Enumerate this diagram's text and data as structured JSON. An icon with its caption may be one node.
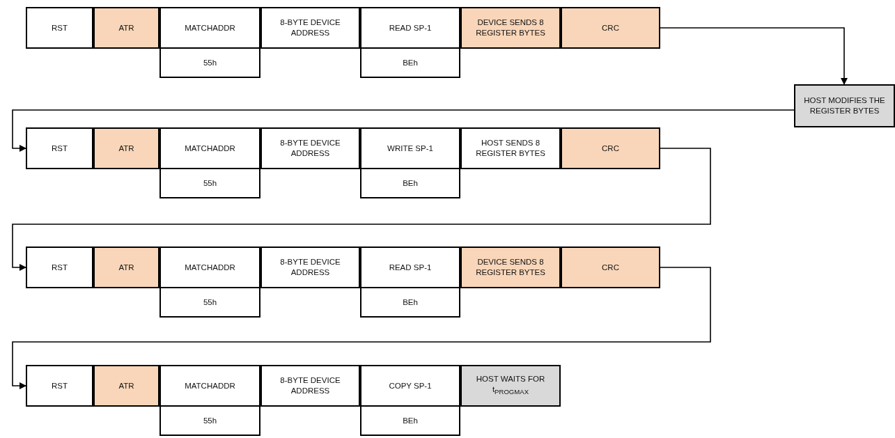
{
  "diagram": {
    "nodes": [
      {
        "text": [
          "RST"
        ]
      },
      {
        "text": [
          "ATR"
        ]
      },
      {
        "text": [
          "MATCHADDR"
        ]
      },
      {
        "text": [
          "8-BYTE DEVICE ADDRESS"
        ]
      },
      {
        "text": [
          "READ SP-1"
        ]
      },
      {
        "text": [
          "DEVICE SENDS 8 REGISTER BYTES"
        ]
      },
      {
        "text": [
          "CRC"
        ]
      },
      {
        "text": [
          "55h"
        ]
      },
      {
        "text": [
          "BEh"
        ]
      },
      {
        "text": [
          "HOST MODIFIES THE REGISTER BYTES"
        ]
      },
      {
        "text": [
          "RST"
        ]
      },
      {
        "text": [
          "ATR"
        ]
      },
      {
        "text": [
          "MATCHADDR"
        ]
      },
      {
        "text": [
          "8-BYTE DEVICE ADDRESS"
        ]
      },
      {
        "text": [
          "WRITE SP-1"
        ]
      },
      {
        "text": [
          "HOST SENDS 8 REGISTER BYTES"
        ]
      },
      {
        "text": [
          "CRC"
        ]
      },
      {
        "text": [
          "55h"
        ]
      },
      {
        "text": [
          "BEh"
        ]
      },
      {
        "text": [
          "RST"
        ]
      },
      {
        "text": [
          "ATR"
        ]
      },
      {
        "text": [
          "MATCHADDR"
        ]
      },
      {
        "text": [
          "8-BYTE DEVICE ADDRESS"
        ]
      },
      {
        "text": [
          "READ SP-1"
        ]
      },
      {
        "text": [
          "DEVICE SENDS 8 REGISTER BYTES"
        ]
      },
      {
        "text": [
          "CRC"
        ]
      },
      {
        "text": [
          "55h"
        ]
      },
      {
        "text": [
          "BEh"
        ]
      },
      {
        "text": [
          "RST"
        ]
      },
      {
        "text": [
          "ATR"
        ]
      },
      {
        "text": [
          "MATCHADDR"
        ]
      },
      {
        "text": [
          "8-BYTE DEVICE ADDRESS"
        ]
      },
      {
        "text": [
          "COPY SP-1"
        ]
      },
      {
        "text": [
          "HOST WAITS FOR t$_{PROGMAX}$"
        ]
      },
      {
        "text": [
          "55h"
        ]
      },
      {
        "text": [
          "BEh"
        ]
      }
    ],
    "edges": [
      {
        "from": 6,
        "to": 9,
        "arrow": "to"
      },
      {
        "from": 9,
        "to": 10,
        "arrow": "to"
      },
      {
        "from": 16,
        "to": 19,
        "arrow": "to"
      },
      {
        "from": 25,
        "to": 28,
        "arrow": "to"
      }
    ]
  }
}
